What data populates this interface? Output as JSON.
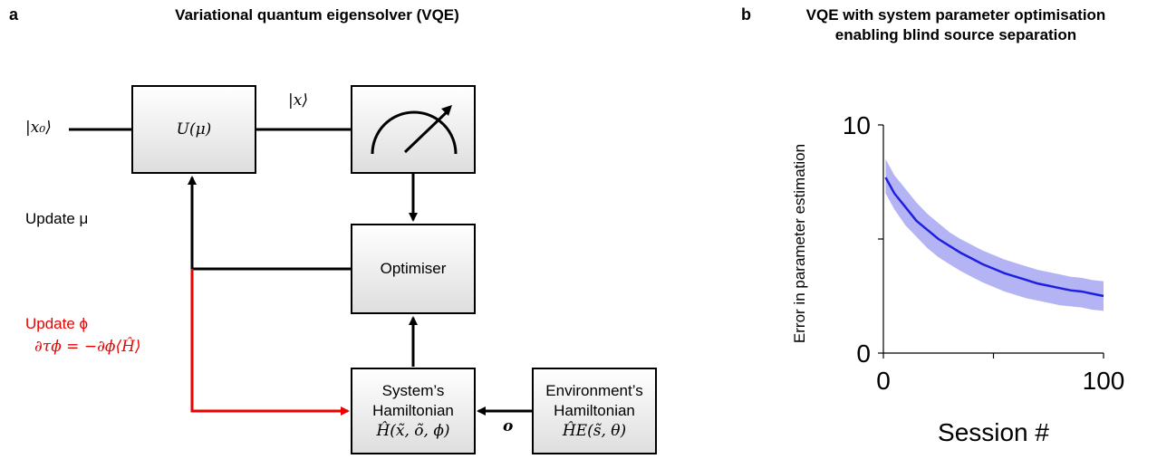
{
  "panel_a": {
    "letter": "a",
    "title": "Variational quantum eigensolver (VQE)",
    "input_state": "|x₀⟩",
    "unitary_label": "U(μ)",
    "state_label": "|x⟩",
    "optimiser_label": "Optimiser",
    "update_mu": "Update μ",
    "update_phi_line1": "Update ϕ",
    "update_phi_line2": "∂τϕ = −∂ϕ⟨Ĥ⟩",
    "system_h": {
      "line1": "System’s",
      "line2": "Hamiltonian",
      "line3": "Ĥ(x̃, õ, ϕ)"
    },
    "env_h": {
      "line1": "Environment’s",
      "line2": "Hamiltonian",
      "line3": "ĤE(s̃, θ)"
    },
    "observation_label": "o",
    "colors": {
      "feedback_red": "#ee0000",
      "line": "#000000"
    }
  },
  "panel_b": {
    "letter": "b",
    "title_line1": "VQE with system parameter optimisation",
    "title_line2": "enabling blind source separation"
  },
  "chart_data": {
    "type": "line",
    "title": "VQE with system parameter optimisation enabling blind source separation",
    "xlabel": "Session #",
    "ylabel": "Error in parameter estimation",
    "xlim": [
      0,
      100
    ],
    "ylim": [
      0,
      10
    ],
    "x_ticks": [
      "0",
      "100"
    ],
    "y_ticks": [
      "0",
      "10"
    ],
    "series": [
      {
        "color": "#1f1fe0",
        "band_color": "#b4b4f5",
        "x": [
          1,
          5,
          10,
          15,
          20,
          25,
          30,
          35,
          40,
          45,
          50,
          55,
          60,
          65,
          70,
          75,
          80,
          85,
          90,
          95,
          100
        ],
        "y": [
          7.7,
          7.0,
          6.4,
          5.8,
          5.4,
          5.0,
          4.7,
          4.4,
          4.15,
          3.9,
          3.7,
          3.5,
          3.35,
          3.2,
          3.05,
          2.95,
          2.85,
          2.75,
          2.7,
          2.6,
          2.5
        ],
        "lower": [
          7.0,
          6.3,
          5.6,
          5.1,
          4.6,
          4.2,
          3.9,
          3.6,
          3.35,
          3.1,
          2.9,
          2.7,
          2.55,
          2.4,
          2.3,
          2.2,
          2.1,
          2.05,
          2.0,
          1.9,
          1.85
        ],
        "upper": [
          8.5,
          7.8,
          7.2,
          6.6,
          6.1,
          5.7,
          5.3,
          5.0,
          4.75,
          4.5,
          4.3,
          4.1,
          3.95,
          3.8,
          3.65,
          3.55,
          3.45,
          3.35,
          3.3,
          3.2,
          3.15
        ]
      }
    ]
  }
}
